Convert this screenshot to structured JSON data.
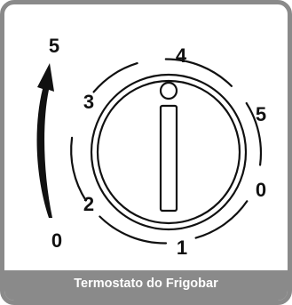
{
  "caption": "Termostato do Frigobar",
  "arrow": {
    "start_label": "0",
    "end_label": "5"
  },
  "dial": {
    "labels": {
      "top": "4",
      "upper_left": "3",
      "upper_right": "5",
      "lower_left": "2",
      "lower_right": "0",
      "bottom": "1"
    }
  },
  "colors": {
    "frame": "#8a8a8a",
    "ink": "#111111",
    "background": "#ffffff",
    "caption_text": "#ffffff"
  }
}
